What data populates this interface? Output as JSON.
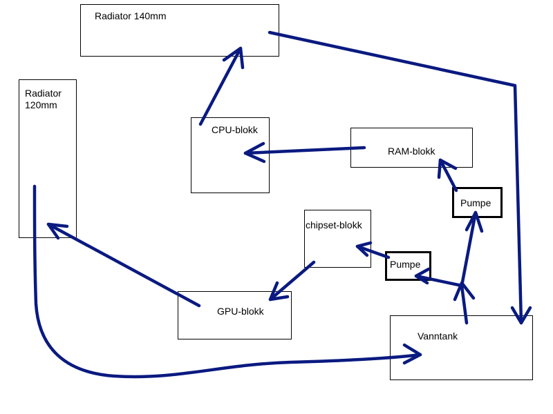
{
  "components": {
    "radiator_140": {
      "label": "Radiator 140mm"
    },
    "radiator_120": {
      "label": "Radiator 120mm"
    },
    "cpu_block": {
      "label": "CPU-blokk"
    },
    "ram_block": {
      "label": "RAM-blokk"
    },
    "chipset_block": {
      "label": "chipset-blokk"
    },
    "gpu_block": {
      "label": "GPU-blokk"
    },
    "pump_top": {
      "label": "Pumpe"
    },
    "pump_bottom": {
      "label": "Pumpe"
    },
    "reservoir": {
      "label": "Vanntank"
    }
  },
  "colors": {
    "arrow": "#0a1a80",
    "box_border": "#000000"
  }
}
